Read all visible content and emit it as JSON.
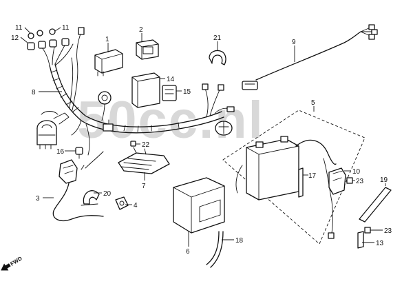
{
  "watermark": "50cc.nl",
  "direction_marker": "FWD",
  "callouts": [
    "1",
    "2",
    "3",
    "4",
    "5",
    "6",
    "7",
    "8",
    "9",
    "10",
    "11",
    "11",
    "12",
    "13",
    "14",
    "15",
    "16",
    "17",
    "18",
    "19",
    "20",
    "21",
    "22",
    "23",
    "23"
  ],
  "colors": {
    "ink": "#111111",
    "watermark": "#b8b8b8",
    "background": "#ffffff"
  }
}
